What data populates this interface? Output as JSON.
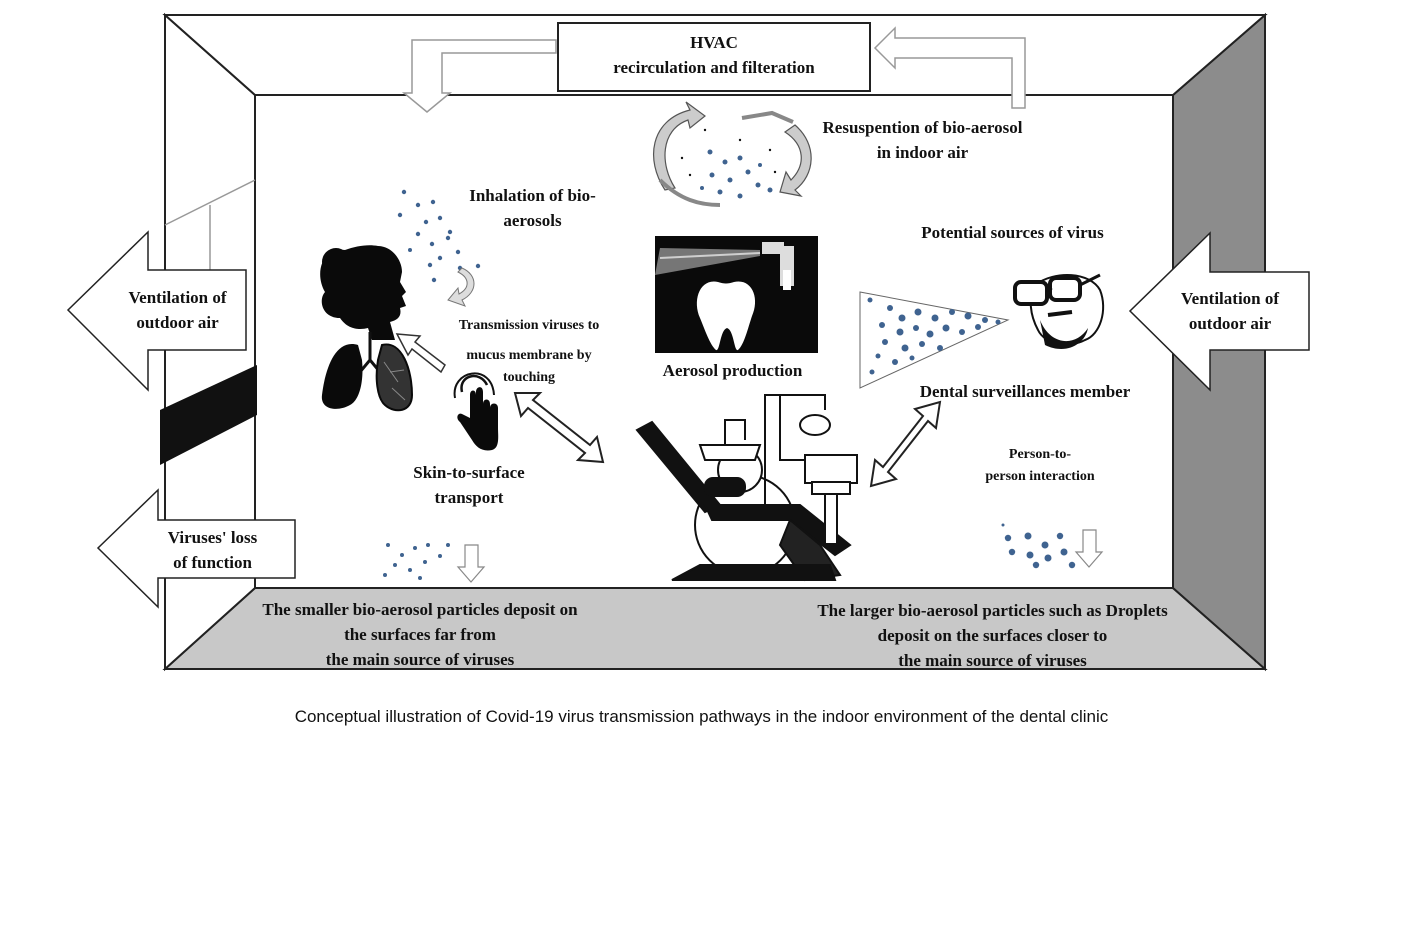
{
  "labels": {
    "hvac": {
      "line1": "HVAC",
      "line2": "recirculation and filteration"
    },
    "resuspension": {
      "line1": "Resuspention of bio-aerosol",
      "line2": "in indoor air"
    },
    "inhalation": {
      "line1": "Inhalation of bio-",
      "line2": "aerosols"
    },
    "potential_sources": "Potential sources of virus",
    "ventilation_left": {
      "line1": "Ventilation of",
      "line2": "outdoor air"
    },
    "ventilation_right": {
      "line1": "Ventilation of",
      "line2": "outdoor air"
    },
    "transmission_touch": {
      "line1": "Transmission viruses to",
      "line2": "mucus membrane by",
      "line3": "touching"
    },
    "aerosol_production": "Aerosol production",
    "dental_member": "Dental surveillances member",
    "skin_surface": {
      "line1": "Skin-to-surface",
      "line2": "transport"
    },
    "person_to_person": {
      "line1": "Person-to-",
      "line2": "person interaction"
    },
    "loss_function": {
      "line1": "Viruses' loss",
      "line2": "of function"
    },
    "small_particles": {
      "line1": "The smaller bio-aerosol particles deposit on",
      "line2": "the surfaces far from",
      "line3": "the main source of viruses"
    },
    "large_particles": {
      "line1": "The larger bio-aerosol particles such as Droplets",
      "line2": "deposit on the surfaces closer to",
      "line3": "the main source of viruses"
    }
  },
  "caption": "Conceptual illustration of Covid-19 virus transmission pathways in the indoor environment of the dental clinic",
  "colors": {
    "particle": "#3f6390",
    "floor": "#c8c8c8",
    "right_wall": "#8c8c8c",
    "outline": "#222222"
  },
  "icons": [
    "person-head-icon",
    "lungs-icon",
    "touch-hand-icon",
    "tooth-icon",
    "spray-handpiece-icon",
    "dental-chair-icon",
    "dentist-face-icon",
    "recirculation-arrows-icon"
  ]
}
